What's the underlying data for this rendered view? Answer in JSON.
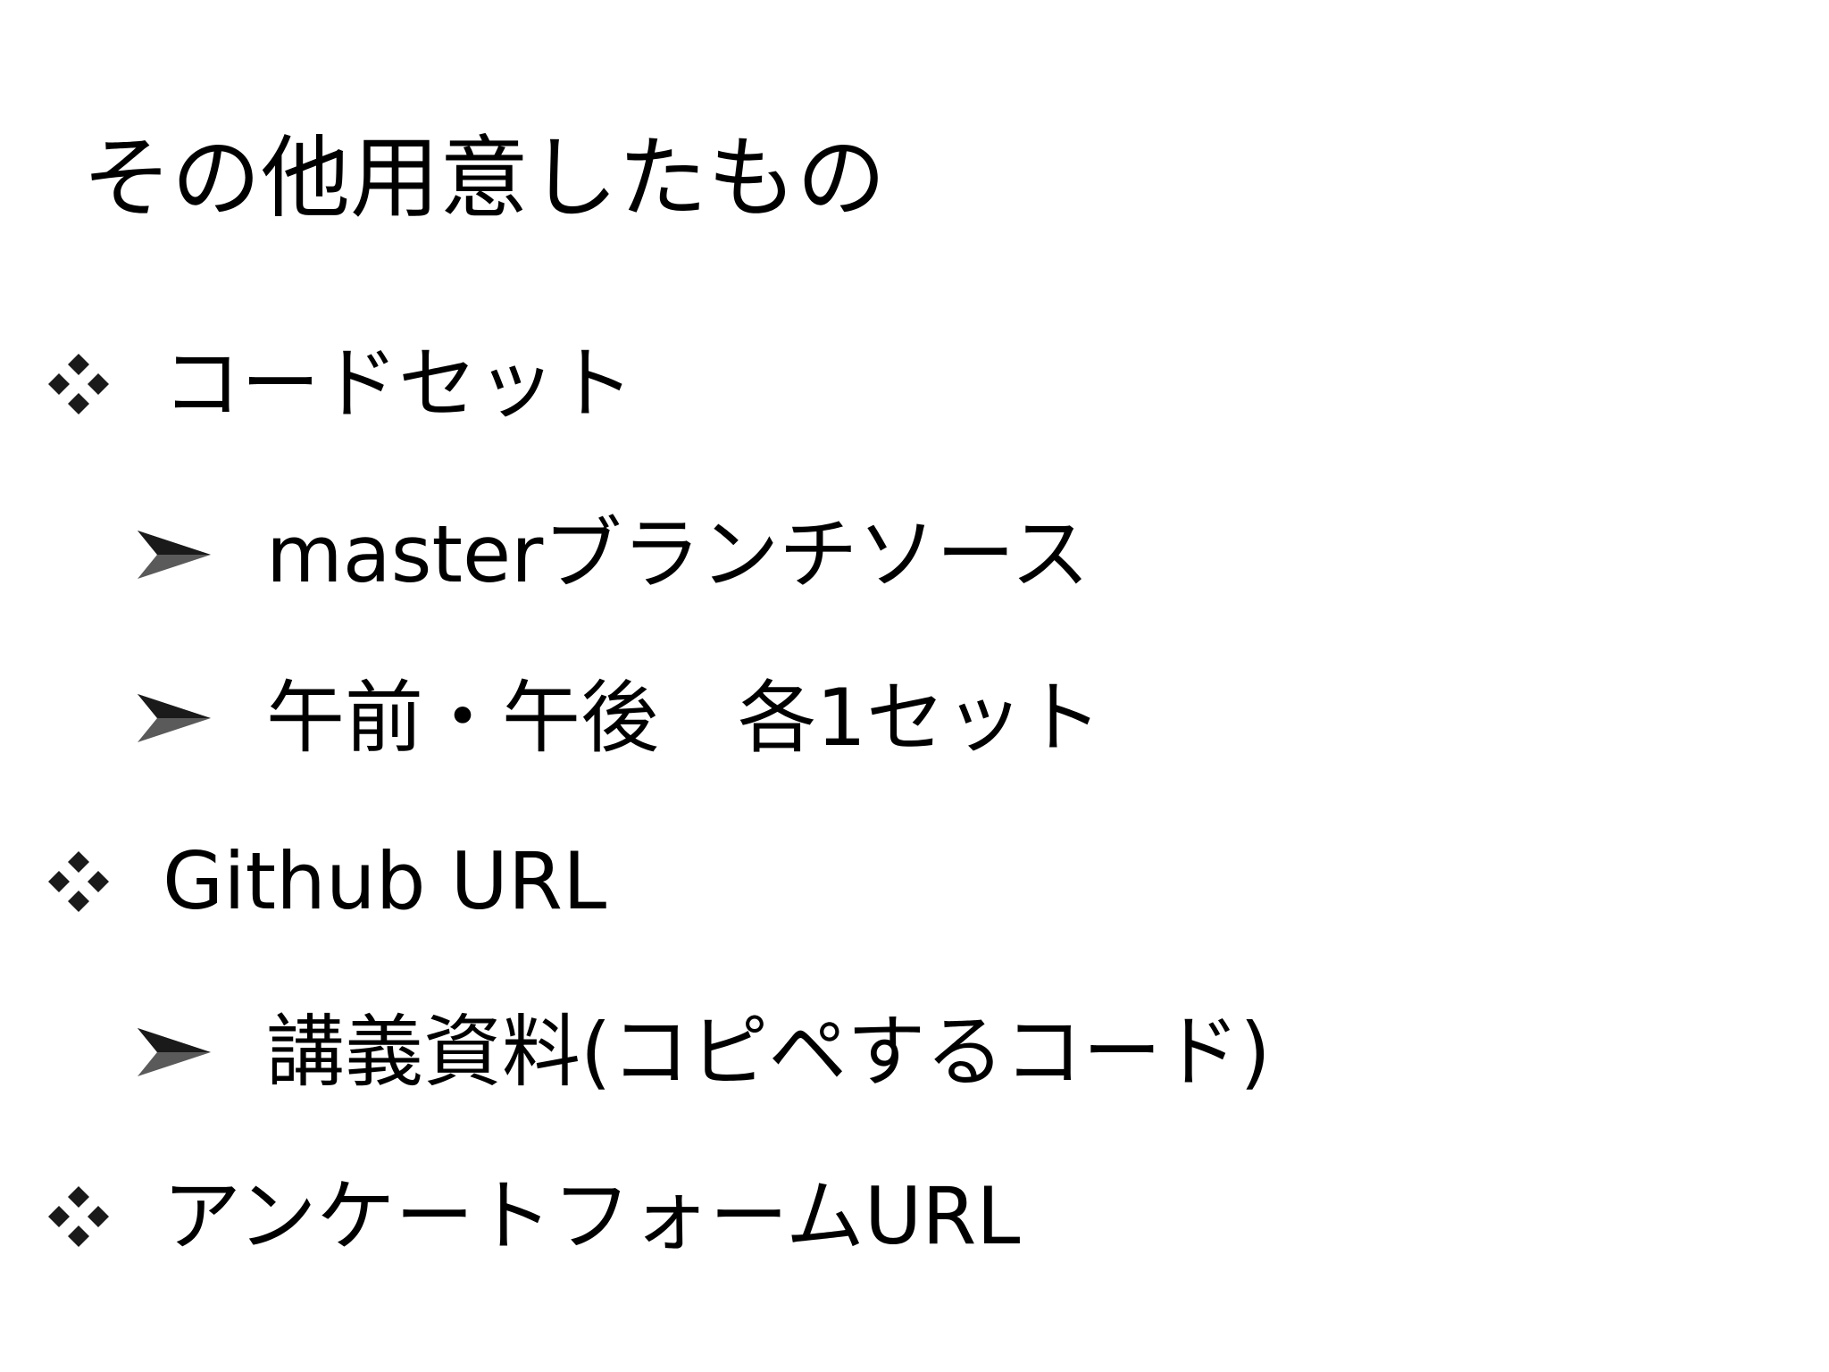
{
  "slide": {
    "title": "その他用意したもの",
    "items": [
      {
        "label": "コードセット",
        "children": [
          {
            "label": "masterブランチソース"
          },
          {
            "label": "午前・午後　各1セット"
          }
        ]
      },
      {
        "label": "Github URL",
        "children": [
          {
            "label": "講義資料(コピペするコード)"
          }
        ]
      },
      {
        "label": "アンケートフォームURL",
        "children": []
      }
    ]
  },
  "icons": {
    "level1_bullet": "four-diamond-bullet-icon",
    "level2_bullet": "arrowhead-bullet-icon"
  },
  "colors": {
    "text": "#000000",
    "bullet_dark": "#1a1a1a",
    "bullet_gray": "#5a5a5a",
    "background": "#ffffff"
  }
}
